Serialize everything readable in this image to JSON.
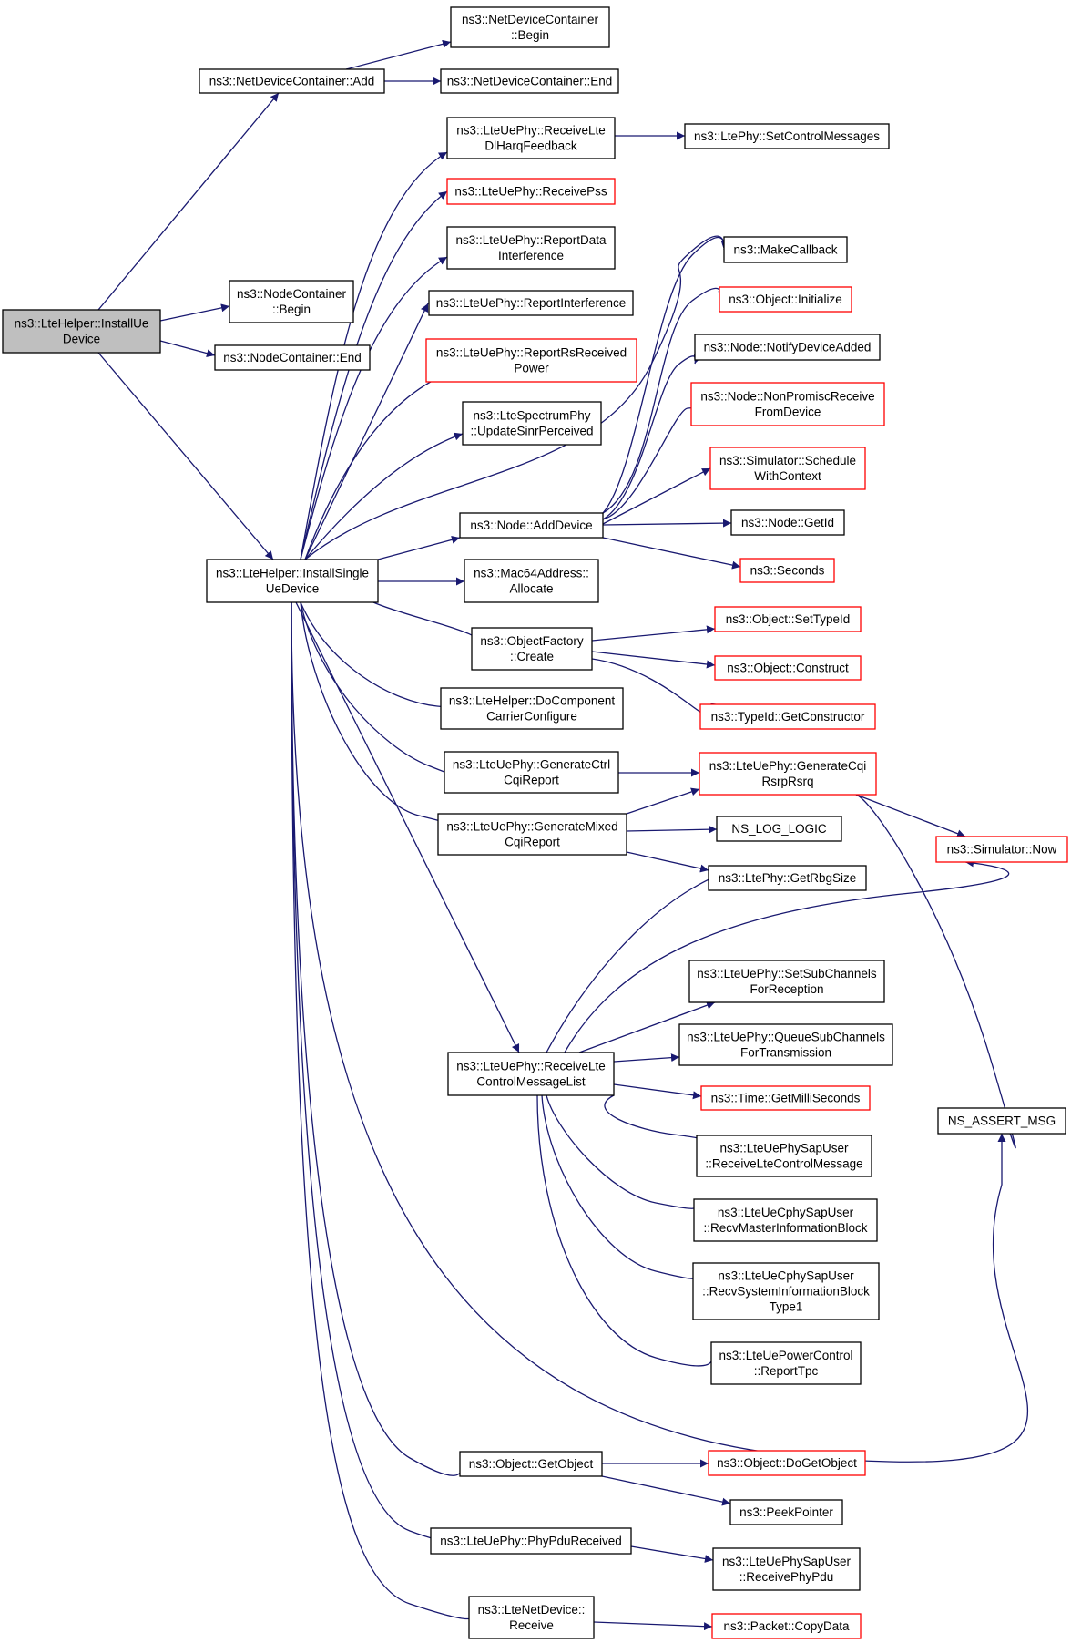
{
  "nodes": [
    {
      "id": "root",
      "lines": [
        "ns3::LteHelper::InstallUe",
        "Device"
      ],
      "style": "root",
      "interactable": true
    },
    {
      "id": "ndc_add",
      "lines": [
        "ns3::NetDeviceContainer::Add"
      ],
      "style": "normal",
      "interactable": true
    },
    {
      "id": "ndc_begin",
      "lines": [
        "ns3::NetDeviceContainer",
        "::Begin"
      ],
      "style": "normal",
      "interactable": true
    },
    {
      "id": "ndc_end",
      "lines": [
        "ns3::NetDeviceContainer::End"
      ],
      "style": "normal",
      "interactable": true
    },
    {
      "id": "nc_begin",
      "lines": [
        "ns3::NodeContainer",
        "::Begin"
      ],
      "style": "normal",
      "interactable": true
    },
    {
      "id": "nc_end",
      "lines": [
        "ns3::NodeContainer::End"
      ],
      "style": "normal",
      "interactable": true
    },
    {
      "id": "install_single",
      "lines": [
        "ns3::LteHelper::InstallSingle",
        "UeDevice"
      ],
      "style": "normal",
      "interactable": true
    },
    {
      "id": "recv_dl_harq",
      "lines": [
        "ns3::LteUePhy::ReceiveLte",
        "DlHarqFeedback"
      ],
      "style": "normal",
      "interactable": true
    },
    {
      "id": "set_ctrl_msgs",
      "lines": [
        "ns3::LtePhy::SetControlMessages"
      ],
      "style": "normal",
      "interactable": true
    },
    {
      "id": "recv_pss",
      "lines": [
        "ns3::LteUePhy::ReceivePss"
      ],
      "style": "red",
      "interactable": true
    },
    {
      "id": "report_data_interf",
      "lines": [
        "ns3::LteUePhy::ReportData",
        "Interference"
      ],
      "style": "normal",
      "interactable": true
    },
    {
      "id": "report_interf",
      "lines": [
        "ns3::LteUePhy::ReportInterference"
      ],
      "style": "normal",
      "interactable": true
    },
    {
      "id": "report_rsrp",
      "lines": [
        "ns3::LteUePhy::ReportRsReceived",
        "Power"
      ],
      "style": "red",
      "interactable": true
    },
    {
      "id": "update_sinr",
      "lines": [
        "ns3::LteSpectrumPhy",
        "::UpdateSinrPerceived"
      ],
      "style": "normal",
      "interactable": true
    },
    {
      "id": "node_add_device",
      "lines": [
        "ns3::Node::AddDevice"
      ],
      "style": "normal",
      "interactable": true
    },
    {
      "id": "make_callback",
      "lines": [
        "ns3::MakeCallback"
      ],
      "style": "normal",
      "interactable": true
    },
    {
      "id": "obj_initialize",
      "lines": [
        "ns3::Object::Initialize"
      ],
      "style": "red",
      "interactable": true
    },
    {
      "id": "notify_dev_added",
      "lines": [
        "ns3::Node::NotifyDeviceAdded"
      ],
      "style": "normal",
      "interactable": true
    },
    {
      "id": "nonpromisc",
      "lines": [
        "ns3::Node::NonPromiscReceive",
        "FromDevice"
      ],
      "style": "red",
      "interactable": true
    },
    {
      "id": "schedule_ctx",
      "lines": [
        "ns3::Simulator::Schedule",
        "WithContext"
      ],
      "style": "red",
      "interactable": true
    },
    {
      "id": "node_getid",
      "lines": [
        "ns3::Node::GetId"
      ],
      "style": "normal",
      "interactable": true
    },
    {
      "id": "seconds",
      "lines": [
        "ns3::Seconds"
      ],
      "style": "red",
      "interactable": true
    },
    {
      "id": "mac64_alloc",
      "lines": [
        "ns3::Mac64Address::",
        "Allocate"
      ],
      "style": "normal",
      "interactable": true
    },
    {
      "id": "objfactory_create",
      "lines": [
        "ns3::ObjectFactory",
        "::Create"
      ],
      "style": "normal",
      "interactable": true
    },
    {
      "id": "obj_settypeid",
      "lines": [
        "ns3::Object::SetTypeId"
      ],
      "style": "red",
      "interactable": true
    },
    {
      "id": "obj_construct",
      "lines": [
        "ns3::Object::Construct"
      ],
      "style": "red",
      "interactable": true
    },
    {
      "id": "typeid_getctor",
      "lines": [
        "ns3::TypeId::GetConstructor"
      ],
      "style": "red",
      "interactable": true
    },
    {
      "id": "do_cc_config",
      "lines": [
        "ns3::LteHelper::DoComponent",
        "CarrierConfigure"
      ],
      "style": "normal",
      "interactable": true
    },
    {
      "id": "gen_ctrl_cqi",
      "lines": [
        "ns3::LteUePhy::GenerateCtrl",
        "CqiReport"
      ],
      "style": "normal",
      "interactable": true
    },
    {
      "id": "gen_cqi_rsrp",
      "lines": [
        "ns3::LteUePhy::GenerateCqi",
        "RsrpRsrq"
      ],
      "style": "red",
      "interactable": true
    },
    {
      "id": "gen_mixed_cqi",
      "lines": [
        "ns3::LteUePhy::GenerateMixed",
        "CqiReport"
      ],
      "style": "normal",
      "interactable": true
    },
    {
      "id": "ns_log_logic",
      "lines": [
        "NS_LOG_LOGIC"
      ],
      "style": "normal",
      "interactable": true
    },
    {
      "id": "sim_now",
      "lines": [
        "ns3::Simulator::Now"
      ],
      "style": "red",
      "interactable": true
    },
    {
      "id": "get_rbg_size",
      "lines": [
        "ns3::LtePhy::GetRbgSize"
      ],
      "style": "normal",
      "interactable": true
    },
    {
      "id": "set_subch_rx",
      "lines": [
        "ns3::LteUePhy::SetSubChannels",
        "ForReception"
      ],
      "style": "normal",
      "interactable": true
    },
    {
      "id": "recv_ctrl_list",
      "lines": [
        "ns3::LteUePhy::ReceiveLte",
        "ControlMessageList"
      ],
      "style": "normal",
      "interactable": true
    },
    {
      "id": "queue_subch_tx",
      "lines": [
        "ns3::LteUePhy::QueueSubChannels",
        "ForTransmission"
      ],
      "style": "normal",
      "interactable": true
    },
    {
      "id": "get_millis",
      "lines": [
        "ns3::Time::GetMilliSeconds"
      ],
      "style": "red",
      "interactable": true
    },
    {
      "id": "ns_assert_msg",
      "lines": [
        "NS_ASSERT_MSG"
      ],
      "style": "normal",
      "interactable": true
    },
    {
      "id": "sap_recv_ctrl",
      "lines": [
        "ns3::LteUePhySapUser",
        "::ReceiveLteControlMessage"
      ],
      "style": "normal",
      "interactable": true
    },
    {
      "id": "recv_mib",
      "lines": [
        "ns3::LteUeCphySapUser",
        "::RecvMasterInformationBlock"
      ],
      "style": "normal",
      "interactable": true
    },
    {
      "id": "recv_sib1",
      "lines": [
        "ns3::LteUeCphySapUser",
        "::RecvSystemInformationBlock",
        "Type1"
      ],
      "style": "normal",
      "interactable": true
    },
    {
      "id": "report_tpc",
      "lines": [
        "ns3::LteUePowerControl",
        "::ReportTpc"
      ],
      "style": "normal",
      "interactable": true
    },
    {
      "id": "obj_getobject",
      "lines": [
        "ns3::Object::GetObject"
      ],
      "style": "normal",
      "interactable": true
    },
    {
      "id": "obj_dogetobject",
      "lines": [
        "ns3::Object::DoGetObject"
      ],
      "style": "red",
      "interactable": true
    },
    {
      "id": "peek_pointer",
      "lines": [
        "ns3::PeekPointer"
      ],
      "style": "normal",
      "interactable": true
    },
    {
      "id": "phy_pdu_received",
      "lines": [
        "ns3::LteUePhy::PhyPduReceived"
      ],
      "style": "normal",
      "interactable": true
    },
    {
      "id": "sap_recv_phy_pdu",
      "lines": [
        "ns3::LteUePhySapUser",
        "::ReceivePhyPdu"
      ],
      "style": "normal",
      "interactable": true
    },
    {
      "id": "netdev_receive",
      "lines": [
        "ns3::LteNetDevice::",
        "Receive"
      ],
      "style": "normal",
      "interactable": true
    },
    {
      "id": "packet_copydata",
      "lines": [
        "ns3::Packet::CopyData"
      ],
      "style": "red",
      "interactable": true
    }
  ],
  "edges": [
    [
      "root",
      "ndc_add"
    ],
    [
      "root",
      "nc_begin"
    ],
    [
      "root",
      "nc_end"
    ],
    [
      "root",
      "install_single"
    ],
    [
      "ndc_add",
      "ndc_begin"
    ],
    [
      "ndc_add",
      "ndc_end"
    ],
    [
      "install_single",
      "recv_dl_harq"
    ],
    [
      "install_single",
      "recv_pss"
    ],
    [
      "install_single",
      "report_data_interf"
    ],
    [
      "install_single",
      "report_interf"
    ],
    [
      "install_single",
      "report_rsrp"
    ],
    [
      "install_single",
      "update_sinr"
    ],
    [
      "install_single",
      "make_callback"
    ],
    [
      "install_single",
      "node_add_device"
    ],
    [
      "install_single",
      "mac64_alloc"
    ],
    [
      "install_single",
      "objfactory_create"
    ],
    [
      "install_single",
      "do_cc_config"
    ],
    [
      "install_single",
      "gen_ctrl_cqi"
    ],
    [
      "install_single",
      "gen_mixed_cqi"
    ],
    [
      "install_single",
      "recv_ctrl_list"
    ],
    [
      "install_single",
      "ns_assert_msg"
    ],
    [
      "install_single",
      "obj_getobject"
    ],
    [
      "install_single",
      "phy_pdu_received"
    ],
    [
      "install_single",
      "netdev_receive"
    ],
    [
      "recv_dl_harq",
      "set_ctrl_msgs"
    ],
    [
      "node_add_device",
      "make_callback"
    ],
    [
      "node_add_device",
      "obj_initialize"
    ],
    [
      "node_add_device",
      "notify_dev_added"
    ],
    [
      "node_add_device",
      "nonpromisc"
    ],
    [
      "node_add_device",
      "schedule_ctx"
    ],
    [
      "node_add_device",
      "node_getid"
    ],
    [
      "node_add_device",
      "seconds"
    ],
    [
      "objfactory_create",
      "obj_settypeid"
    ],
    [
      "objfactory_create",
      "obj_construct"
    ],
    [
      "objfactory_create",
      "typeid_getctor"
    ],
    [
      "gen_ctrl_cqi",
      "gen_cqi_rsrp"
    ],
    [
      "gen_mixed_cqi",
      "gen_cqi_rsrp"
    ],
    [
      "gen_mixed_cqi",
      "ns_log_logic"
    ],
    [
      "gen_mixed_cqi",
      "get_rbg_size"
    ],
    [
      "gen_cqi_rsrp",
      "sim_now"
    ],
    [
      "gen_cqi_rsrp",
      "ns_assert_msg"
    ],
    [
      "recv_ctrl_list",
      "get_rbg_size"
    ],
    [
      "recv_ctrl_list",
      "sim_now"
    ],
    [
      "recv_ctrl_list",
      "set_subch_rx"
    ],
    [
      "recv_ctrl_list",
      "queue_subch_tx"
    ],
    [
      "recv_ctrl_list",
      "get_millis"
    ],
    [
      "recv_ctrl_list",
      "sap_recv_ctrl"
    ],
    [
      "recv_ctrl_list",
      "recv_mib"
    ],
    [
      "recv_ctrl_list",
      "recv_sib1"
    ],
    [
      "recv_ctrl_list",
      "report_tpc"
    ],
    [
      "obj_getobject",
      "obj_dogetobject"
    ],
    [
      "obj_getobject",
      "peek_pointer"
    ],
    [
      "phy_pdu_received",
      "sap_recv_phy_pdu"
    ],
    [
      "netdev_receive",
      "packet_copydata"
    ]
  ]
}
